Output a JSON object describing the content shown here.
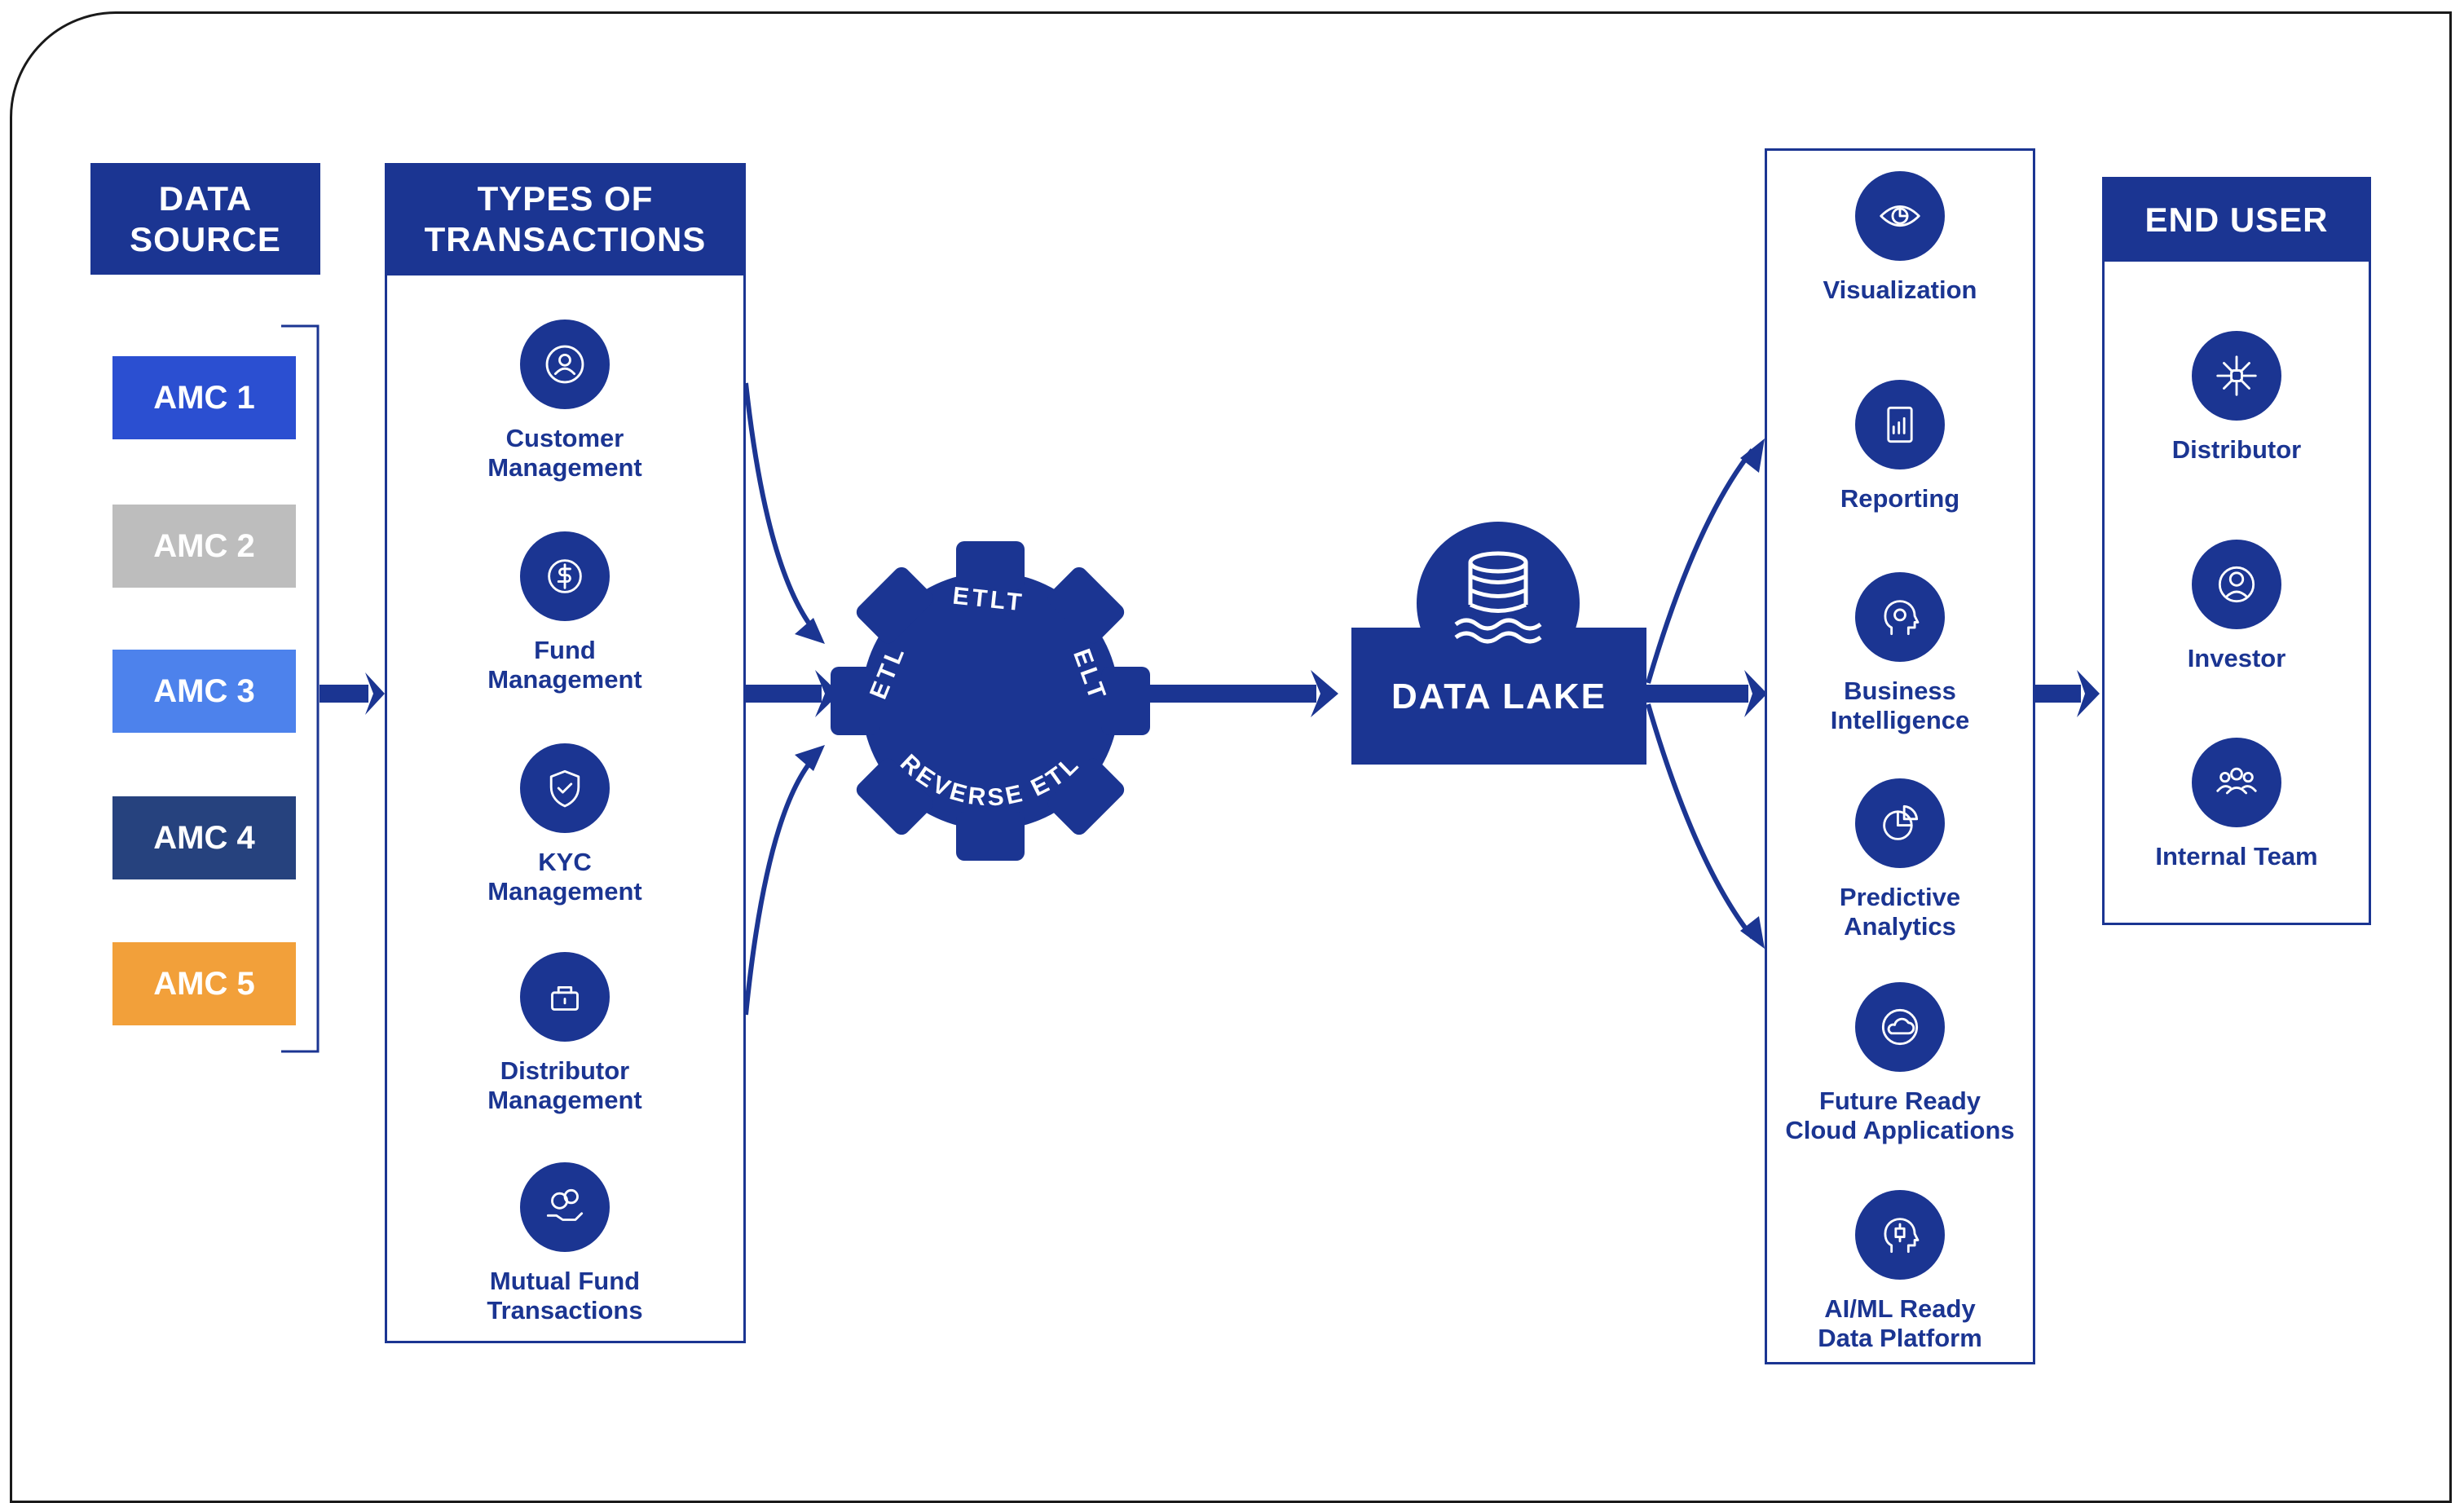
{
  "headers": {
    "data_source": [
      "DATA",
      "SOURCE"
    ],
    "types_of_transactions": [
      "TYPES OF",
      "TRANSACTIONS"
    ],
    "end_user": "END USER"
  },
  "data_sources": [
    {
      "label": "AMC 1",
      "color": "#2b4fd1"
    },
    {
      "label": "AMC 2",
      "color": "#bdbdbd"
    },
    {
      "label": "AMC 3",
      "color": "#4d82ec"
    },
    {
      "label": "AMC 4",
      "color": "#26427e"
    },
    {
      "label": "AMC 5",
      "color": "#f2a03a"
    }
  ],
  "transaction_types": [
    {
      "lines": [
        "Customer",
        "Management"
      ],
      "icon": "customer-management-icon"
    },
    {
      "lines": [
        "Fund",
        "Management"
      ],
      "icon": "fund-management-icon"
    },
    {
      "lines": [
        "KYC",
        "Management"
      ],
      "icon": "kyc-management-icon"
    },
    {
      "lines": [
        "Distributor",
        "Management"
      ],
      "icon": "distributor-management-icon"
    },
    {
      "lines": [
        "Mutual Fund",
        "Transactions"
      ],
      "icon": "mutual-fund-icon"
    }
  ],
  "gear": {
    "labels": [
      "ETLT",
      "ETL",
      "ELT",
      "REVERSE ETL"
    ]
  },
  "data_lake": {
    "label": "DATA LAKE",
    "icon": "database-waves-icon"
  },
  "outputs": [
    {
      "lines": [
        "Visualization"
      ],
      "icon": "eye-chart-icon"
    },
    {
      "lines": [
        "Reporting"
      ],
      "icon": "report-icon"
    },
    {
      "lines": [
        "Business",
        "Intelligence"
      ],
      "icon": "brain-head-icon"
    },
    {
      "lines": [
        "Predictive",
        "Analytics"
      ],
      "icon": "pie-analytics-icon"
    },
    {
      "lines": [
        "Future Ready",
        "Cloud Applications"
      ],
      "icon": "cloud-icon"
    },
    {
      "lines": [
        "AI/ML Ready",
        "Data Platform"
      ],
      "icon": "ai-head-icon"
    }
  ],
  "end_users": [
    {
      "lines": [
        "Distributor"
      ],
      "icon": "network-hub-icon"
    },
    {
      "lines": [
        "Investor"
      ],
      "icon": "investor-icon"
    },
    {
      "lines": [
        "Internal Team"
      ],
      "icon": "team-icon"
    }
  ],
  "colors": {
    "primary": "#1b3592",
    "background": "#ffffff"
  }
}
